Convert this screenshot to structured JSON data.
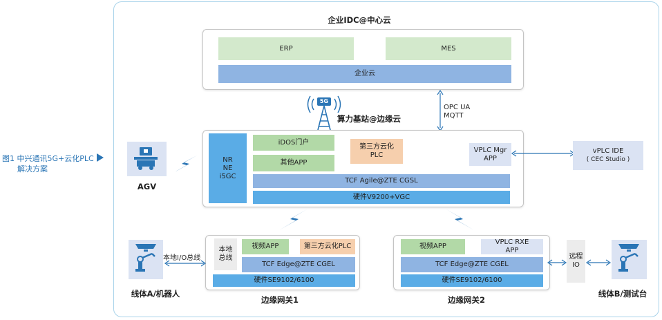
{
  "caption": {
    "line1": "图1  中兴通讯5G+云化PLC",
    "line2": "解决方案"
  },
  "cloud": {
    "title": "企业IDC@中心云",
    "erp": "ERP",
    "mes": "MES",
    "enterprise_cloud": "企业云"
  },
  "edge_cloud": {
    "title": "算力基站@边缘云",
    "tower_badge": "5G",
    "nr": [
      "NR",
      "NE",
      "i5GC"
    ],
    "idos": "iDOS门户",
    "other_app": "其他APP",
    "third_plc": [
      "第三方云化",
      "PLC"
    ],
    "vplc_mgr": [
      "VPLC Mgr",
      "APP"
    ],
    "tcf": "TCF Agile@ZTE CGSL",
    "hardware": "硬件V9200+VGC"
  },
  "protocol": {
    "line1": "OPC UA",
    "line2": "MQTT"
  },
  "vplc_ide": {
    "line1": "vPLC IDE",
    "line2": "( CEC Studio )"
  },
  "agv": {
    "label": "AGV"
  },
  "gateway1": {
    "title": "边缘网关1",
    "local_bus": [
      "本地",
      "总线"
    ],
    "video_app": "视频APP",
    "third_plc": "第三方云化PLC",
    "tcf": "TCF Edge@ZTE CGEL",
    "hardware": "硬件SE9102/6100"
  },
  "gateway2": {
    "title": "边缘网关2",
    "video_app": "视频APP",
    "vplc_rxe": [
      "VPLC RXE",
      "APP"
    ],
    "tcf": "TCF Edge@ZTE CGEL",
    "hardware": "硬件SE9102/6100"
  },
  "line_a": {
    "label": "线体A/机器人",
    "bus_label": "本地I/O总线"
  },
  "line_b": {
    "label": "线体B/测试台"
  },
  "remote_io": [
    "远程",
    "IO"
  ],
  "colors": {
    "accent_blue": "#2a75b5",
    "light_green": "#d3e9cc",
    "green": "#b2d9a7",
    "mid_blue": "#8fb4e2",
    "bright_blue": "#5aace6",
    "orange": "#f6cfad",
    "lavender": "#dbe3f3",
    "frame_border": "#a9d3ea"
  }
}
